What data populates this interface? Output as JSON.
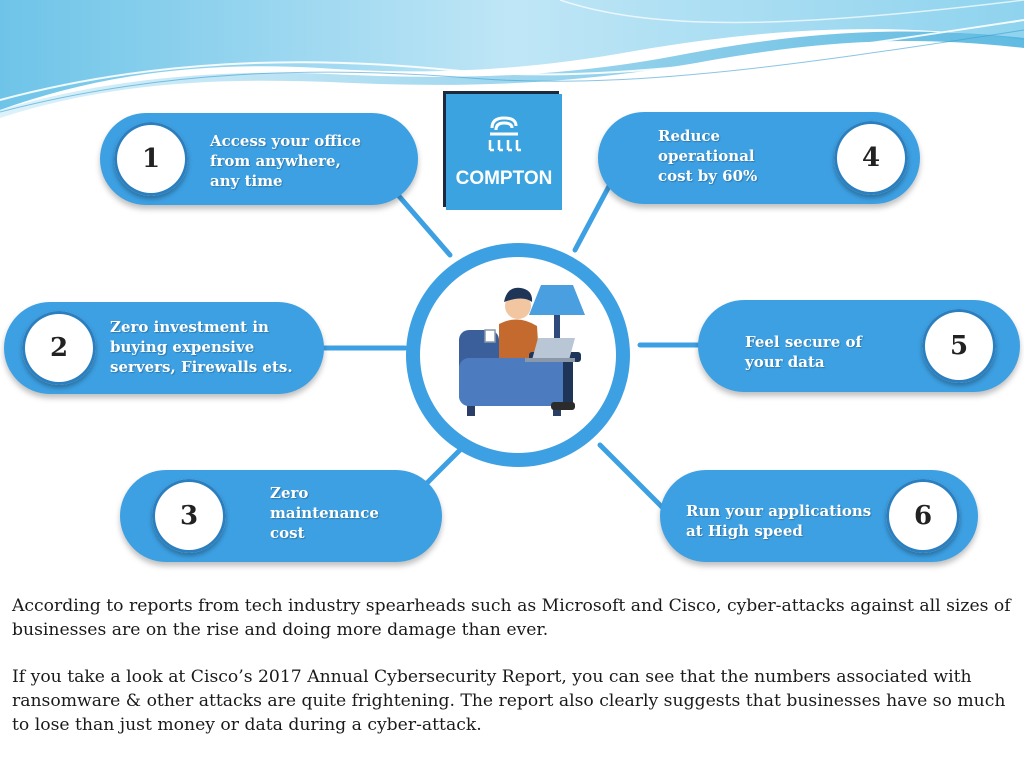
{
  "logo": {
    "text": "COMPTON",
    "color": "#3aa3e0"
  },
  "colors": {
    "accent": "#3da0e3",
    "accent_dark": "#2a7fc0"
  },
  "center_illustration": {
    "icon": "person-on-sofa-with-laptop-icon"
  },
  "benefits": [
    {
      "number": "1",
      "lines": [
        "Access your office",
        "from anywhere,",
        "any time"
      ]
    },
    {
      "number": "2",
      "lines": [
        "Zero investment in",
        "buying expensive",
        "servers, Firewalls ets."
      ]
    },
    {
      "number": "3",
      "lines": [
        "Zero",
        "maintenance",
        "cost"
      ]
    },
    {
      "number": "4",
      "lines": [
        "Reduce",
        "operational",
        "cost by 60%"
      ]
    },
    {
      "number": "5",
      "lines": [
        "Feel secure of",
        "your data"
      ]
    },
    {
      "number": "6",
      "lines": [
        "Run your applications",
        "at High speed"
      ]
    }
  ],
  "body": {
    "p1": "According to reports from tech industry spearheads such as Microsoft and Cisco, cyber-attacks against all sizes of businesses are on the rise and doing more damage than ever.",
    "p2": "If you take a look at Cisco’s 2017 Annual Cybersecurity Report, you can see that the numbers associated with ransomware & other attacks are quite frightening. The report also clearly suggests that businesses have so much to lose than just money or data during a cyber-attack."
  }
}
